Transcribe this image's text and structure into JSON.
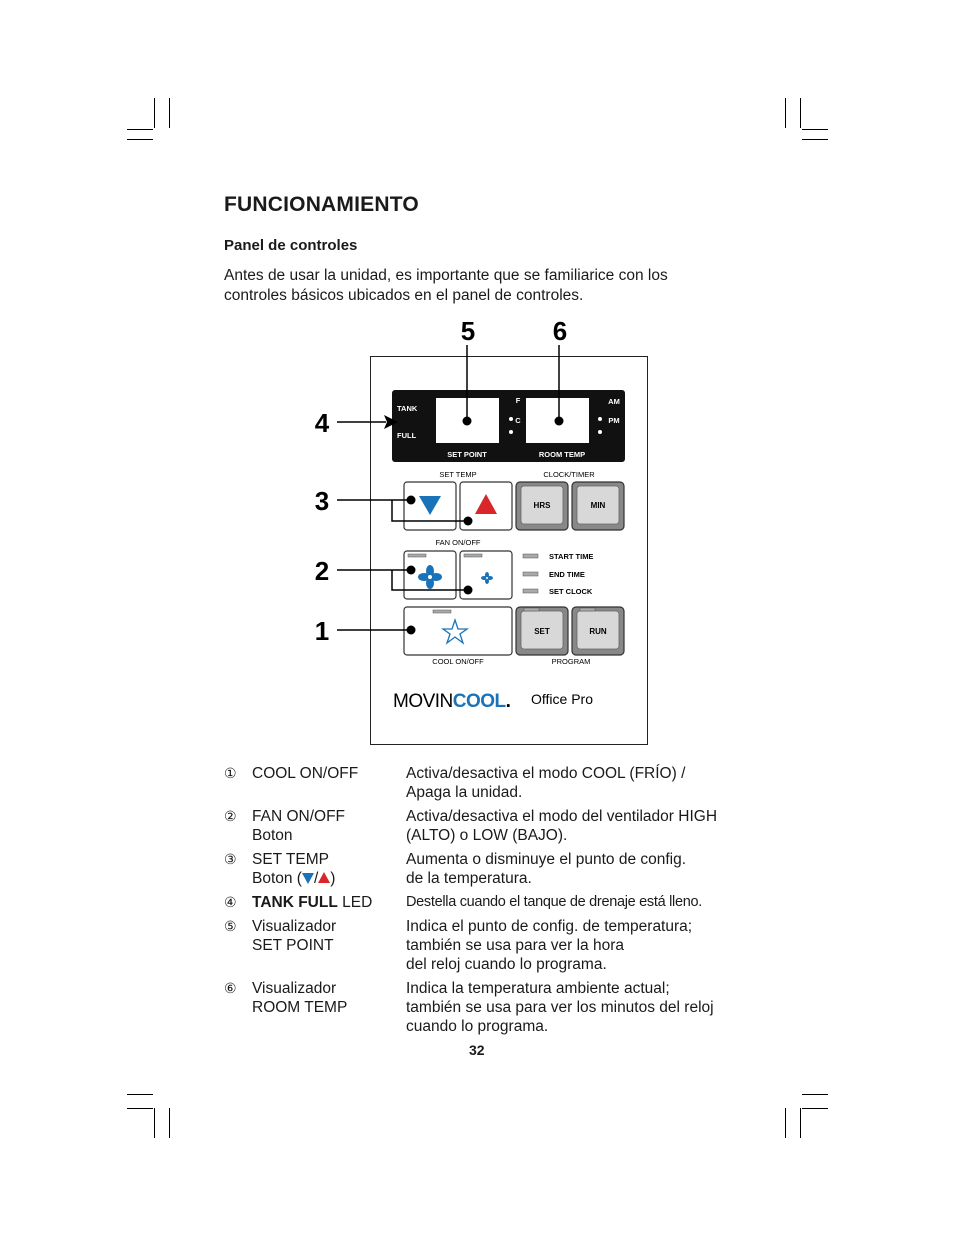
{
  "heading": "FUNCIONAMIENTO",
  "subheading": "Panel de controles",
  "intro": "Antes de usar la unidad, es importante que se familiarice con los controles básicos ubicados en el panel de controles.",
  "callouts": {
    "c1": "1",
    "c2": "2",
    "c3": "3",
    "c4": "4",
    "c5": "5",
    "c6": "6"
  },
  "panel": {
    "tank": "TANK",
    "full": "FULL",
    "f": "F",
    "c": "C",
    "am": "AM",
    "pm": "PM",
    "set_point": "SET POINT",
    "room_temp": "ROOM TEMP",
    "set_temp": "SET TEMP",
    "clock_timer": "CLOCK/TIMER",
    "hrs": "HRS",
    "min": "MIN",
    "fan_on_off": "FAN ON/OFF",
    "start_time": "START TIME",
    "end_time": "END TIME",
    "set_clock": "SET CLOCK",
    "set": "SET",
    "run": "RUN",
    "cool_on_off": "COOL ON/OFF",
    "program": "PROGRAM",
    "brand_movin": "MOVIN",
    "brand_cool": "COOL",
    "brand_dot": ".",
    "model": "Office Pro"
  },
  "legend": [
    {
      "num": "①",
      "label": "COOL ON/OFF",
      "label2": "",
      "desc": "Activa/desactiva el modo COOL (FRÍO) /",
      "desc2": "Apaga la unidad.",
      "desc3": ""
    },
    {
      "num": "②",
      "label": "FAN ON/OFF",
      "label2": "Boton",
      "desc": "Activa/desactiva el modo del ventilador HIGH",
      "desc2": "(ALTO) o LOW (BAJO).",
      "desc3": ""
    },
    {
      "num": "③",
      "label": "SET TEMP",
      "label2": "Boton (",
      "label2_end": ")",
      "desc": "Aumenta o disminuye el punto de config.",
      "desc2": "de la temperatura.",
      "desc3": ""
    },
    {
      "num": "④",
      "label_bold": "TANK FULL",
      "label_rest": " LED",
      "desc": "Destella cuando el tanque de drenaje está lleno."
    },
    {
      "num": "⑤",
      "label": "Visualizador",
      "label2": "SET POINT",
      "desc": "Indica el punto de config. de temperatura;",
      "desc2": "también se usa para ver la hora",
      "desc3": "del reloj cuando lo programa."
    },
    {
      "num": "⑥",
      "label": "Visualizador",
      "label2": "ROOM TEMP",
      "desc": "Indica la temperatura ambiente actual;",
      "desc2": "también se usa para ver los minutos del reloj",
      "desc3": "cuando lo programa."
    }
  ],
  "page_number": "32"
}
